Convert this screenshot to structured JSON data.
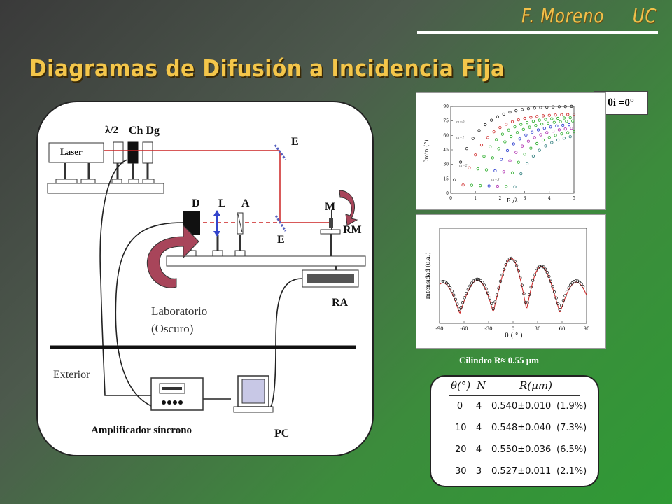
{
  "header": {
    "author": "F. Moreno     UC",
    "title": "Diagramas de Difusión a Incidencia Fija"
  },
  "setup": {
    "laser": "Laser",
    "lambda2": "λ/2",
    "chopper": "Ch Dg",
    "mirror_e_top": "E",
    "mirror_e_bottom": "E",
    "detector": "D",
    "lens": "L",
    "analyzer": "A",
    "sample": "M",
    "rotation_sample": "RM",
    "rotation_arm": "RA",
    "lab_line1": "Laboratorio",
    "lab_line2": "(Oscuro)",
    "exterior": "Exterior",
    "amplifier": "Amplificador síncrono",
    "pc": "PC"
  },
  "incidence_label": "θi =0°",
  "plot1": {
    "xlabel": "R /λ",
    "ylabel": "θmin (°)",
    "xticks": [
      "0",
      "1",
      "2",
      "3",
      "4",
      "5"
    ],
    "yticks": [
      "0",
      "15",
      "30",
      "45",
      "60",
      "75",
      "90"
    ],
    "curve_labels": [
      "m=0",
      "m=1",
      "m=2",
      "m=3"
    ]
  },
  "plot2": {
    "xlabel": "θ ( ° )",
    "ylabel": "Intensidad (u.a.)",
    "xticks": [
      "-90",
      "-60",
      "-30",
      "0",
      "30",
      "60",
      "90"
    ]
  },
  "caption": "Cilindro R≈ 0.55 μm",
  "table": {
    "headers": [
      "θ(°)",
      "N",
      "R(μm)"
    ],
    "rows": [
      [
        "0",
        "4",
        "0.540±0.010",
        "(1.9%)"
      ],
      [
        "10",
        "4",
        "0.548±0.040",
        "(7.3%)"
      ],
      [
        "20",
        "4",
        "0.550±0.036",
        "(6.5%)"
      ],
      [
        "30",
        "3",
        "0.527±0.011",
        "(2.1%)"
      ]
    ]
  },
  "colors": {
    "title": "#f4c64a",
    "beam": "#cc2222",
    "arrow": "#a8455a",
    "lens_arrow": "#3344cc"
  }
}
